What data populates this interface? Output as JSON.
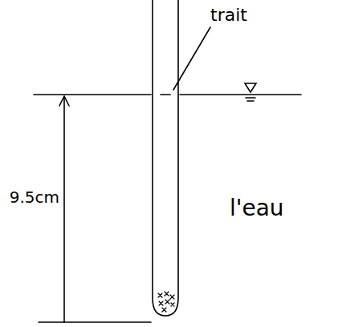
{
  "diagram": {
    "labels": [
      "trait",
      "9.5cm",
      "l'eau"
    ]
  }
}
